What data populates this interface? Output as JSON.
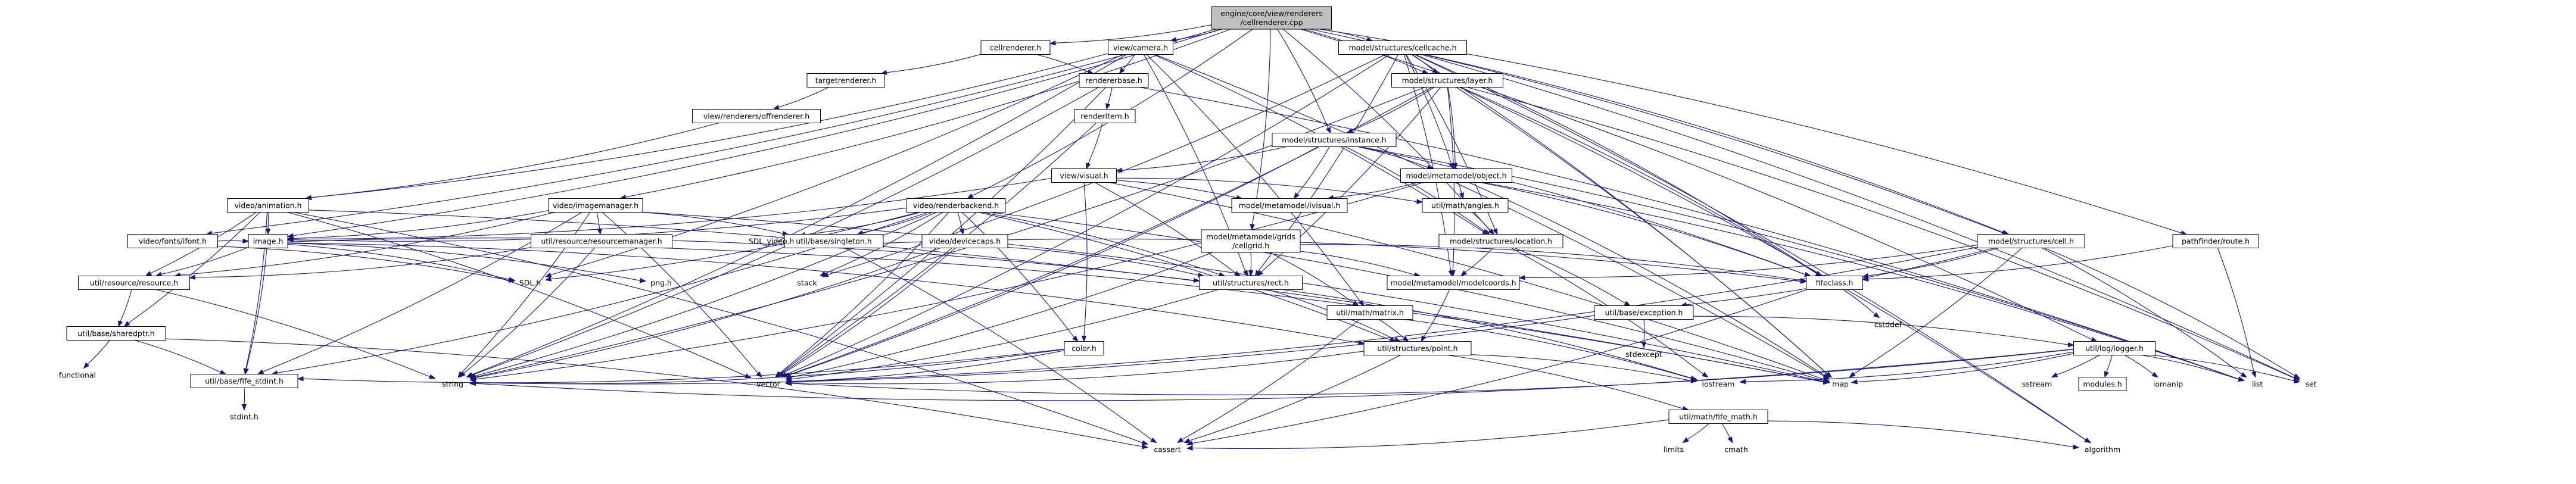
{
  "diagram": {
    "type": "include-dependency-graph",
    "root": "root",
    "colors": {
      "edge": "#191970",
      "root_fill": "#bfbfbf",
      "box_fill": "#ffffff",
      "box_stroke": "#000000"
    },
    "nodes": [
      {
        "id": "root",
        "lines": [
          "engine/core/view/renderers",
          "/cellrenderer.cpp"
        ],
        "kind": "root"
      },
      {
        "id": "cellrenderer_h",
        "lines": [
          "cellrenderer.h"
        ]
      },
      {
        "id": "view_camera_h",
        "lines": [
          "view/camera.h"
        ]
      },
      {
        "id": "cellcache_h",
        "lines": [
          "model/structures/cellcache.h"
        ]
      },
      {
        "id": "targetrenderer_h",
        "lines": [
          "targetrenderer.h"
        ]
      },
      {
        "id": "rendererbase_h",
        "lines": [
          "rendererbase.h"
        ]
      },
      {
        "id": "layer_h",
        "lines": [
          "model/structures/layer.h"
        ]
      },
      {
        "id": "offrenderer_h",
        "lines": [
          "view/renderers/offrenderer.h"
        ]
      },
      {
        "id": "renderitem_h",
        "lines": [
          "renderitem.h"
        ]
      },
      {
        "id": "instance_h",
        "lines": [
          "model/structures/instance.h"
        ]
      },
      {
        "id": "object_h",
        "lines": [
          "model/metamodel/object.h"
        ]
      },
      {
        "id": "animation_h",
        "lines": [
          "video/animation.h"
        ]
      },
      {
        "id": "imagemanager_h",
        "lines": [
          "video/imagemanager.h"
        ]
      },
      {
        "id": "renderbackend_h",
        "lines": [
          "video/renderbackend.h"
        ]
      },
      {
        "id": "visual_h",
        "lines": [
          "view/visual.h"
        ]
      },
      {
        "id": "ivisual_h",
        "lines": [
          "model/metamodel/ivisual.h"
        ]
      },
      {
        "id": "angles_h",
        "lines": [
          "util/math/angles.h"
        ]
      },
      {
        "id": "fontsfont_h",
        "lines": [
          "video/fonts/ifont.h"
        ]
      },
      {
        "id": "image_h",
        "lines": [
          "image.h"
        ]
      },
      {
        "id": "resourcemanager_h",
        "lines": [
          "util/resource/resourcemanager.h"
        ]
      },
      {
        "id": "singleton_h",
        "lines": [
          "util/base/singleton.h"
        ]
      },
      {
        "id": "sdl_video_h",
        "lines": [
          "SDL_video.h"
        ],
        "kind": "plain"
      },
      {
        "id": "devicecaps_h",
        "lines": [
          "video/devicecaps.h"
        ]
      },
      {
        "id": "cellgrid_h",
        "lines": [
          "model/metamodel/grids",
          "/cellgrid.h"
        ]
      },
      {
        "id": "location_h",
        "lines": [
          "model/structures/location.h"
        ]
      },
      {
        "id": "cell_h",
        "lines": [
          "model/structures/cell.h"
        ]
      },
      {
        "id": "route_h",
        "lines": [
          "pathfinder/route.h"
        ]
      },
      {
        "id": "resource_h",
        "lines": [
          "util/resource/resource.h"
        ]
      },
      {
        "id": "sdl_h",
        "lines": [
          "SDL.h"
        ],
        "kind": "plain"
      },
      {
        "id": "png_h",
        "lines": [
          "png.h"
        ],
        "kind": "plain"
      },
      {
        "id": "stack",
        "lines": [
          "stack"
        ],
        "kind": "plain"
      },
      {
        "id": "rect_h",
        "lines": [
          "util/structures/rect.h"
        ]
      },
      {
        "id": "matrix_h",
        "lines": [
          "util/math/matrix.h"
        ]
      },
      {
        "id": "modelcoords_h",
        "lines": [
          "model/metamodel/modelcoords.h"
        ]
      },
      {
        "id": "fifechan_h",
        "lines": [
          "fifeclass.h"
        ]
      },
      {
        "id": "exception_h",
        "lines": [
          "util/base/exception.h"
        ]
      },
      {
        "id": "sharedptr_h",
        "lines": [
          "util/base/sharedptr.h"
        ]
      },
      {
        "id": "color_h",
        "lines": [
          "color.h"
        ]
      },
      {
        "id": "point_h",
        "lines": [
          "util/structures/point.h"
        ]
      },
      {
        "id": "logger_h",
        "lines": [
          "util/log/logger.h"
        ]
      },
      {
        "id": "cstddef",
        "lines": [
          "cstddef"
        ],
        "kind": "plain"
      },
      {
        "id": "stdexcept",
        "lines": [
          "stdexcept"
        ],
        "kind": "plain"
      },
      {
        "id": "functional",
        "lines": [
          "functional"
        ],
        "kind": "plain"
      },
      {
        "id": "fife_stdint_h",
        "lines": [
          "util/base/fife_stdint.h"
        ]
      },
      {
        "id": "string",
        "lines": [
          "string"
        ],
        "kind": "plain"
      },
      {
        "id": "vector",
        "lines": [
          "vector"
        ],
        "kind": "plain"
      },
      {
        "id": "iostream",
        "lines": [
          "iostream"
        ],
        "kind": "plain"
      },
      {
        "id": "map",
        "lines": [
          "map"
        ],
        "kind": "plain"
      },
      {
        "id": "fife_math_h",
        "lines": [
          "util/math/fife_math.h"
        ]
      },
      {
        "id": "sstream",
        "lines": [
          "sstream"
        ],
        "kind": "plain"
      },
      {
        "id": "modules_h",
        "lines": [
          "modules.h"
        ]
      },
      {
        "id": "iomanip",
        "lines": [
          "iomanip"
        ],
        "kind": "plain"
      },
      {
        "id": "list",
        "lines": [
          "list"
        ],
        "kind": "plain"
      },
      {
        "id": "set",
        "lines": [
          "set"
        ],
        "kind": "plain"
      },
      {
        "id": "algorithm",
        "lines": [
          "algorithm"
        ],
        "kind": "plain"
      },
      {
        "id": "stdint_h",
        "lines": [
          "stdint.h"
        ],
        "kind": "plain"
      },
      {
        "id": "cassert",
        "lines": [
          "cassert"
        ],
        "kind": "plain"
      },
      {
        "id": "limits",
        "lines": [
          "limits"
        ],
        "kind": "plain"
      },
      {
        "id": "cmath",
        "lines": [
          "cmath"
        ],
        "kind": "plain"
      }
    ],
    "edges": [
      [
        "root",
        "cellrenderer_h"
      ],
      [
        "root",
        "view_camera_h"
      ],
      [
        "root",
        "cellcache_h"
      ],
      [
        "root",
        "imagemanager_h"
      ],
      [
        "root",
        "renderbackend_h"
      ],
      [
        "root",
        "fontsfont_h"
      ],
      [
        "root",
        "image_h"
      ],
      [
        "root",
        "cellgrid_h"
      ],
      [
        "root",
        "instance_h"
      ],
      [
        "root",
        "layer_h"
      ],
      [
        "root",
        "location_h"
      ],
      [
        "root",
        "cell_h"
      ],
      [
        "root",
        "route_h"
      ],
      [
        "root",
        "logger_h"
      ],
      [
        "cellrenderer_h",
        "targetrenderer_h"
      ],
      [
        "cellrenderer_h",
        "rendererbase_h"
      ],
      [
        "targetrenderer_h",
        "offrenderer_h"
      ],
      [
        "offrenderer_h",
        "animation_h"
      ],
      [
        "view_camera_h",
        "rendererbase_h"
      ],
      [
        "view_camera_h",
        "matrix_h"
      ],
      [
        "view_camera_h",
        "rect_h"
      ],
      [
        "view_camera_h",
        "location_h"
      ],
      [
        "view_camera_h",
        "animation_h"
      ],
      [
        "view_camera_h",
        "sdl_h"
      ],
      [
        "view_camera_h",
        "string"
      ],
      [
        "view_camera_h",
        "map"
      ],
      [
        "rendererbase_h",
        "renderitem_h"
      ],
      [
        "rendererbase_h",
        "list"
      ],
      [
        "rendererbase_h",
        "string"
      ],
      [
        "rendererbase_h",
        "vector"
      ],
      [
        "renderitem_h",
        "visual_h"
      ],
      [
        "renderitem_h",
        "vector"
      ],
      [
        "cellcache_h",
        "layer_h"
      ],
      [
        "cellcache_h",
        "object_h"
      ],
      [
        "cellcache_h",
        "location_h"
      ],
      [
        "cellcache_h",
        "cell_h"
      ],
      [
        "cellcache_h",
        "modelcoords_h"
      ],
      [
        "cellcache_h",
        "fifechan_h"
      ],
      [
        "cellcache_h",
        "rect_h"
      ],
      [
        "cellcache_h",
        "stack"
      ],
      [
        "cellcache_h",
        "vector"
      ],
      [
        "cellcache_h",
        "map"
      ],
      [
        "cellcache_h",
        "set"
      ],
      [
        "cellcache_h",
        "algorithm"
      ],
      [
        "layer_h",
        "instance_h"
      ],
      [
        "layer_h",
        "object_h"
      ],
      [
        "layer_h",
        "modelcoords_h"
      ],
      [
        "layer_h",
        "fifechan_h"
      ],
      [
        "layer_h",
        "rect_h"
      ],
      [
        "layer_h",
        "string"
      ],
      [
        "layer_h",
        "vector"
      ],
      [
        "layer_h",
        "map"
      ],
      [
        "layer_h",
        "set"
      ],
      [
        "layer_h",
        "algorithm"
      ],
      [
        "instance_h",
        "object_h"
      ],
      [
        "instance_h",
        "visual_h"
      ],
      [
        "instance_h",
        "location_h"
      ],
      [
        "instance_h",
        "ivisual_h"
      ],
      [
        "instance_h",
        "fifechan_h"
      ],
      [
        "instance_h",
        "vector"
      ],
      [
        "instance_h",
        "list"
      ],
      [
        "object_h",
        "angles_h"
      ],
      [
        "object_h",
        "fifechan_h"
      ],
      [
        "object_h",
        "ivisual_h"
      ],
      [
        "object_h",
        "string"
      ],
      [
        "object_h",
        "map"
      ],
      [
        "object_h",
        "list"
      ],
      [
        "visual_h",
        "angles_h"
      ],
      [
        "visual_h",
        "ivisual_h"
      ],
      [
        "visual_h",
        "rect_h"
      ],
      [
        "visual_h",
        "image_h"
      ],
      [
        "visual_h",
        "color_h"
      ],
      [
        "visual_h",
        "map"
      ],
      [
        "animation_h",
        "image_h"
      ],
      [
        "animation_h",
        "resource_h"
      ],
      [
        "animation_h",
        "sharedptr_h"
      ],
      [
        "animation_h",
        "fife_stdint_h"
      ],
      [
        "animation_h",
        "cassert"
      ],
      [
        "animation_h",
        "map"
      ],
      [
        "animation_h",
        "vector"
      ],
      [
        "imagemanager_h",
        "image_h"
      ],
      [
        "imagemanager_h",
        "resourcemanager_h"
      ],
      [
        "imagemanager_h",
        "singleton_h"
      ],
      [
        "imagemanager_h",
        "resource_h"
      ],
      [
        "imagemanager_h",
        "fife_stdint_h"
      ],
      [
        "imagemanager_h",
        "string"
      ],
      [
        "imagemanager_h",
        "vector"
      ],
      [
        "imagemanager_h",
        "map"
      ],
      [
        "renderbackend_h",
        "image_h"
      ],
      [
        "renderbackend_h",
        "singleton_h"
      ],
      [
        "renderbackend_h",
        "sdl_video_h"
      ],
      [
        "renderbackend_h",
        "devicecaps_h"
      ],
      [
        "renderbackend_h",
        "color_h"
      ],
      [
        "renderbackend_h",
        "point_h"
      ],
      [
        "renderbackend_h",
        "rect_h"
      ],
      [
        "renderbackend_h",
        "sdl_h"
      ],
      [
        "renderbackend_h",
        "stack"
      ],
      [
        "renderbackend_h",
        "fife_stdint_h"
      ],
      [
        "renderbackend_h",
        "string"
      ],
      [
        "renderbackend_h",
        "vector"
      ],
      [
        "renderbackend_h",
        "map"
      ],
      [
        "fontsfont_h",
        "image_h"
      ],
      [
        "fontsfont_h",
        "sdl_h"
      ],
      [
        "image_h",
        "sdl_h"
      ],
      [
        "image_h",
        "png_h"
      ],
      [
        "image_h",
        "resource_h"
      ],
      [
        "image_h",
        "rect_h"
      ],
      [
        "image_h",
        "point_h"
      ],
      [
        "image_h",
        "fife_stdint_h"
      ],
      [
        "resourcemanager_h",
        "resource_h"
      ],
      [
        "resourcemanager_h",
        "string"
      ],
      [
        "resourcemanager_h",
        "map"
      ],
      [
        "singleton_h",
        "fifechan_h"
      ],
      [
        "singleton_h",
        "cassert"
      ],
      [
        "devicecaps_h",
        "rect_h"
      ],
      [
        "devicecaps_h",
        "string"
      ],
      [
        "devicecaps_h",
        "vector"
      ],
      [
        "cellgrid_h",
        "modelcoords_h"
      ],
      [
        "cellgrid_h",
        "fifechan_h"
      ],
      [
        "cellgrid_h",
        "matrix_h"
      ],
      [
        "cellgrid_h",
        "rect_h"
      ],
      [
        "cellgrid_h",
        "vector"
      ],
      [
        "location_h",
        "modelcoords_h"
      ],
      [
        "location_h",
        "exception_h"
      ],
      [
        "location_h",
        "iostream"
      ],
      [
        "angles_h",
        "location_h"
      ],
      [
        "cell_h",
        "modelcoords_h"
      ],
      [
        "cell_h",
        "fifechan_h"
      ],
      [
        "cell_h",
        "exception_h"
      ],
      [
        "cell_h",
        "vector"
      ],
      [
        "cell_h",
        "list"
      ],
      [
        "cell_h",
        "set"
      ],
      [
        "cell_h",
        "map"
      ],
      [
        "route_h",
        "fifechan_h"
      ],
      [
        "route_h",
        "list"
      ],
      [
        "resource_h",
        "sharedptr_h"
      ],
      [
        "resource_h",
        "string"
      ],
      [
        "sharedptr_h",
        "functional"
      ],
      [
        "sharedptr_h",
        "cassert"
      ],
      [
        "sharedptr_h",
        "fife_stdint_h"
      ],
      [
        "rect_h",
        "point_h"
      ],
      [
        "rect_h",
        "iostream"
      ],
      [
        "rect_h",
        "vector"
      ],
      [
        "matrix_h",
        "point_h"
      ],
      [
        "matrix_h",
        "cassert"
      ],
      [
        "matrix_h",
        "iostream"
      ],
      [
        "modelcoords_h",
        "point_h"
      ],
      [
        "fifechan_h",
        "cstddef"
      ],
      [
        "fifechan_h",
        "cassert"
      ],
      [
        "exception_h",
        "stdexcept"
      ],
      [
        "exception_h",
        "string"
      ],
      [
        "exception_h",
        "logger_h"
      ],
      [
        "color_h",
        "fife_stdint_h"
      ],
      [
        "color_h",
        "string"
      ],
      [
        "color_h",
        "vector"
      ],
      [
        "point_h",
        "fife_math_h"
      ],
      [
        "point_h",
        "cassert"
      ],
      [
        "point_h",
        "iostream"
      ],
      [
        "point_h",
        "vector"
      ],
      [
        "logger_h",
        "sstream"
      ],
      [
        "logger_h",
        "modules_h"
      ],
      [
        "logger_h",
        "iomanip"
      ],
      [
        "logger_h",
        "list"
      ],
      [
        "logger_h",
        "set"
      ],
      [
        "logger_h",
        "map"
      ],
      [
        "logger_h",
        "string"
      ],
      [
        "logger_h",
        "vector"
      ],
      [
        "logger_h",
        "iostream"
      ],
      [
        "fife_stdint_h",
        "stdint_h"
      ],
      [
        "fife_math_h",
        "limits"
      ],
      [
        "fife_math_h",
        "cmath"
      ],
      [
        "fife_math_h",
        "algorithm"
      ],
      [
        "fife_math_h",
        "cassert"
      ]
    ]
  }
}
